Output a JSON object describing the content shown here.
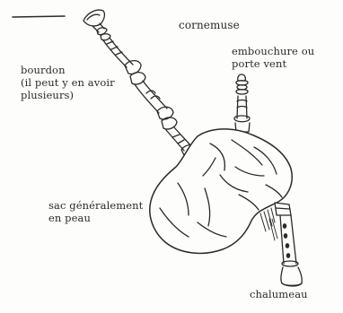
{
  "labels": {
    "title": "cornemuse",
    "mouthpiece": [
      "embouchure ou",
      "porte vent"
    ],
    "drone": [
      "bourdon",
      "(il peut y en avoir",
      "plusieurs)"
    ],
    "bag": [
      "sac généralement",
      "en peau"
    ],
    "chanter": "chalumeau"
  },
  "colors": {
    "ink": "#2a2a2a",
    "paper": "#fdfdfb"
  }
}
